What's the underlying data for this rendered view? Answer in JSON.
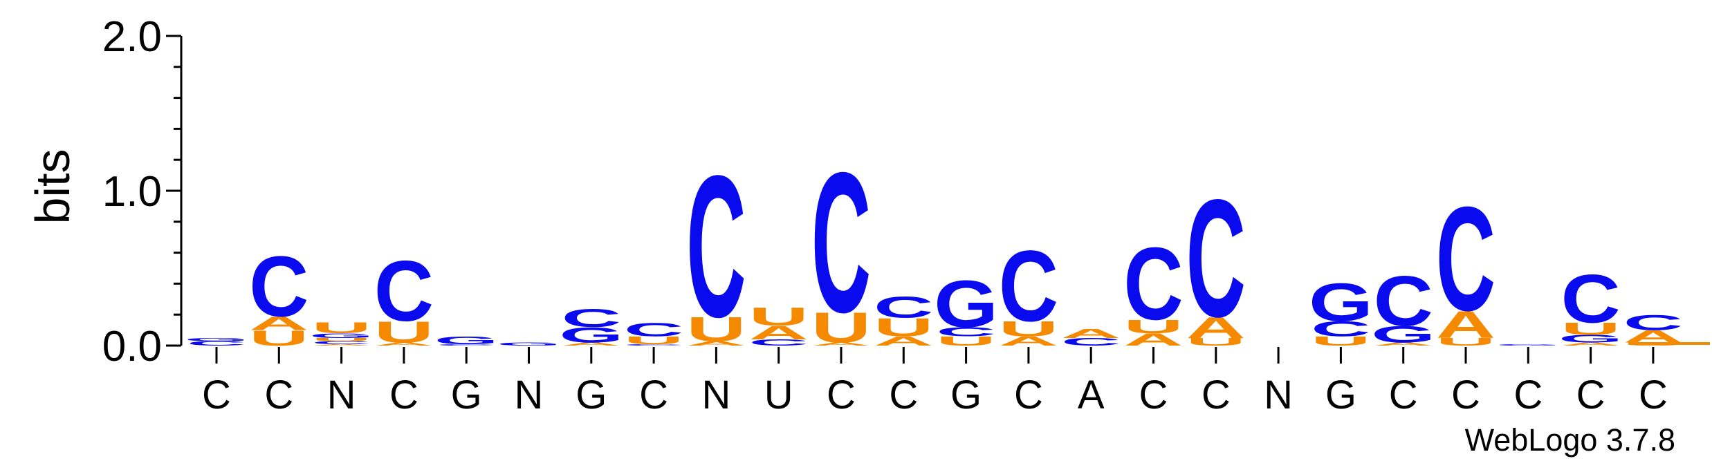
{
  "chart_data": {
    "type": "sequence-logo",
    "ylabel": "bits",
    "ylim": [
      0,
      2.0
    ],
    "yticks": [
      "0.0",
      "1.0",
      "2.0"
    ],
    "positions": [
      "C",
      "C",
      "N",
      "C",
      "G",
      "N",
      "G",
      "C",
      "N",
      "U",
      "C",
      "C",
      "G",
      "C",
      "A",
      "C",
      "C",
      "N",
      "G",
      "C",
      "C",
      "C",
      "C",
      "C"
    ],
    "colors": {
      "A": "#f58a00",
      "C": "#0a0aee",
      "G": "#0a0aee",
      "U": "#f58a00"
    },
    "stacks": [
      [
        [
          "C",
          0.03
        ],
        [
          "G",
          0.02
        ]
      ],
      [
        [
          "U",
          0.1
        ],
        [
          "A",
          0.09
        ],
        [
          "C",
          0.4
        ]
      ],
      [
        [
          "A",
          0.01
        ],
        [
          "C",
          0.02
        ],
        [
          "U",
          0.02
        ],
        [
          "G",
          0.03
        ],
        [
          "U",
          0.07
        ]
      ],
      [
        [
          "A",
          0.02
        ],
        [
          "U",
          0.14
        ],
        [
          "C",
          0.4
        ]
      ],
      [
        [
          "C",
          0.01
        ],
        [
          "G",
          0.05
        ]
      ],
      [
        [
          "G",
          0.02
        ]
      ],
      [
        [
          "A",
          0.02
        ],
        [
          "G",
          0.1
        ],
        [
          "C",
          0.12
        ]
      ],
      [
        [
          "C",
          0.01
        ],
        [
          "U",
          0.05
        ],
        [
          "C",
          0.09
        ]
      ],
      [
        [
          "A",
          0.03
        ],
        [
          "U",
          0.16
        ],
        [
          "C",
          0.94
        ]
      ],
      [
        [
          "C",
          0.04
        ],
        [
          "A",
          0.09
        ],
        [
          "U",
          0.12
        ]
      ],
      [
        [
          "A",
          0.02
        ],
        [
          "U",
          0.2
        ],
        [
          "C",
          0.93
        ]
      ],
      [
        [
          "A",
          0.06
        ],
        [
          "U",
          0.12
        ],
        [
          "C",
          0.14
        ]
      ],
      [
        [
          "U",
          0.06
        ],
        [
          "C",
          0.06
        ],
        [
          "G",
          0.31
        ]
      ],
      [
        [
          "A",
          0.06
        ],
        [
          "U",
          0.1
        ],
        [
          "C",
          0.47
        ]
      ],
      [
        [
          "C",
          0.05
        ],
        [
          "A",
          0.06
        ]
      ],
      [
        [
          "A",
          0.08
        ],
        [
          "U",
          0.09
        ],
        [
          "C",
          0.48
        ]
      ],
      [
        [
          "U",
          0.05
        ],
        [
          "A",
          0.14
        ],
        [
          "C",
          0.78
        ]
      ],
      [],
      [
        [
          "U",
          0.06
        ],
        [
          "C",
          0.1
        ],
        [
          "G",
          0.25
        ]
      ],
      [
        [
          "A",
          0.02
        ],
        [
          "G",
          0.11
        ],
        [
          "C",
          0.33
        ]
      ],
      [
        [
          "U",
          0.05
        ],
        [
          "A",
          0.18
        ],
        [
          "C",
          0.69
        ]
      ],
      [
        [
          "G",
          0.01
        ]
      ],
      [
        [
          "A",
          0.02
        ],
        [
          "G",
          0.05
        ],
        [
          "U",
          0.08
        ],
        [
          "C",
          0.32
        ]
      ],
      [
        [
          "U",
          0.02
        ],
        [
          "A",
          0.08
        ],
        [
          "C",
          0.1
        ]
      ]
    ]
  },
  "credit": "WebLogo 3.7.8"
}
